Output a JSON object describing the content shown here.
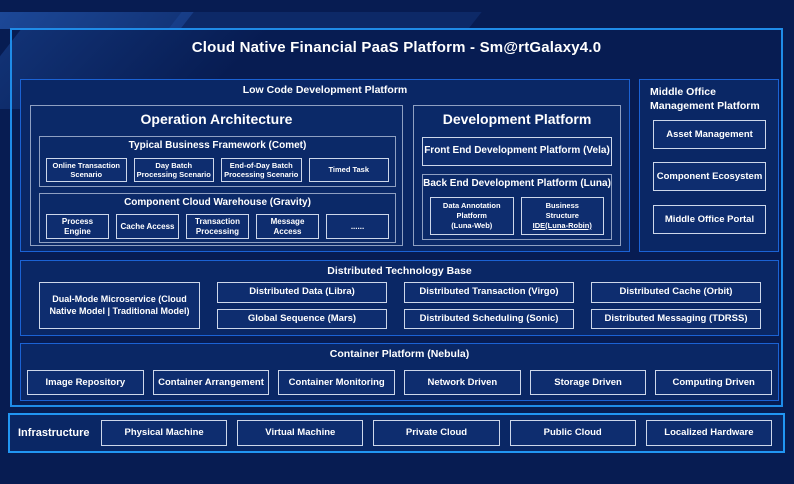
{
  "title": "Cloud Native Financial PaaS Platform - Sm@rtGalaxy4.0",
  "colors": {
    "background": "#071c52",
    "accent_border": "#1f8ce8",
    "section_border": "#1b62d4",
    "leaf_border": "#cdd7ea",
    "text": "#ffffff"
  },
  "low_code": {
    "label": "Low Code Development Platform",
    "operation_architecture": {
      "label": "Operation Architecture",
      "typical_business_framework": {
        "label": "Typical Business Framework (Comet)",
        "items": [
          "Online Transaction Scenario",
          "Day Batch Processing Scenario",
          "End-of-Day Batch Processing Scenario",
          "Timed Task"
        ]
      },
      "component_cloud_warehouse": {
        "label": "Component Cloud Warehouse (Gravity)",
        "items": [
          "Process Engine",
          "Cache Access",
          "Transaction Processing",
          "Message Access",
          "......"
        ]
      }
    },
    "development_platform": {
      "label": "Development Platform",
      "front_end": "Front End Development Platform (Vela)",
      "back_end": {
        "label": "Back End Development Platform (Luna)",
        "data_annotation": {
          "lines": [
            "Data Annotation",
            "Platform",
            "(Luna-Web)"
          ]
        },
        "business_structure": {
          "lines": [
            "Business",
            "Structure",
            "IDE(Luna-Robin)"
          ]
        }
      }
    }
  },
  "middle_office": {
    "label": "Middle Office Management Platform",
    "items": [
      "Asset Management",
      "Component Ecosystem",
      "Middle Office Portal"
    ]
  },
  "distributed_base": {
    "label": "Distributed Technology Base",
    "dual_mode": "Dual-Mode Microservice (Cloud Native Model | Traditional Model)",
    "columns": [
      [
        "Distributed Data (Libra)",
        "Global Sequence (Mars)"
      ],
      [
        "Distributed Transaction (Virgo)",
        "Distributed Scheduling (Sonic)"
      ],
      [
        "Distributed Cache (Orbit)",
        "Distributed Messaging (TDRSS)"
      ]
    ]
  },
  "container_platform": {
    "label": "Container Platform (Nebula)",
    "items": [
      "Image Repository",
      "Container Arrangement",
      "Container Monitoring",
      "Network Driven",
      "Storage Driven",
      "Computing Driven"
    ]
  },
  "infrastructure": {
    "label": "Infrastructure",
    "items": [
      "Physical Machine",
      "Virtual Machine",
      "Private Cloud",
      "Public Cloud",
      "Localized Hardware"
    ]
  }
}
